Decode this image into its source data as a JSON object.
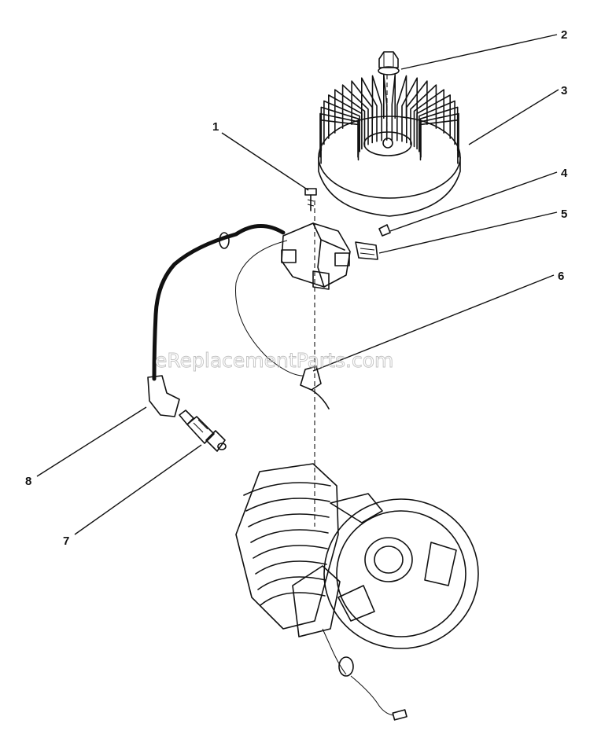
{
  "watermark": "eReplacementParts.com",
  "callouts": {
    "c1": "1",
    "c2": "2",
    "c3": "3",
    "c4": "4",
    "c5": "5",
    "c6": "6",
    "c7": "7",
    "c8": "8"
  },
  "colors": {
    "ink": "#111111",
    "paper": "#ffffff",
    "watermark": "#b8b8b8"
  }
}
